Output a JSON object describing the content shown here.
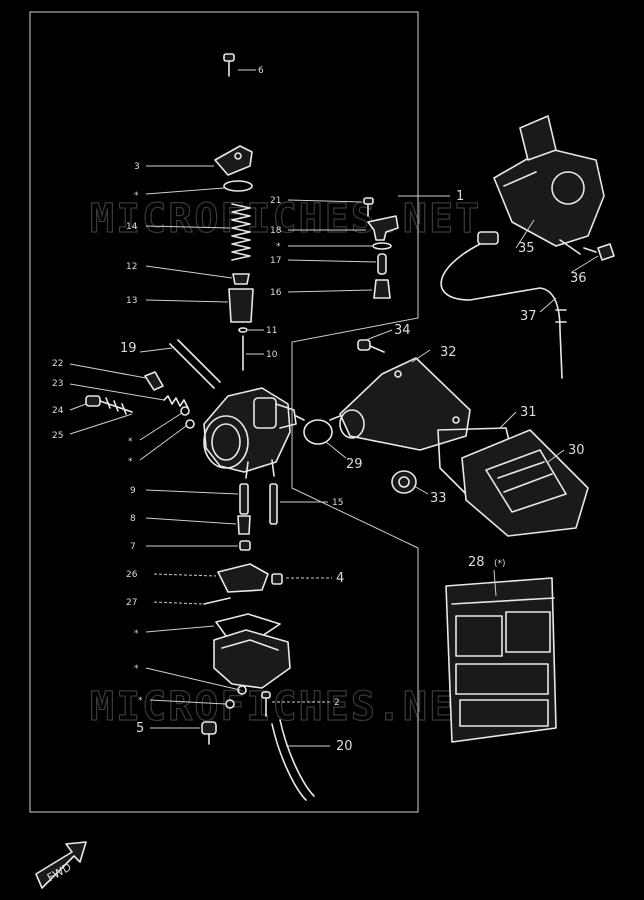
{
  "watermark": "MICROFICHES.NET",
  "fwd_label": "FWD",
  "marks": {
    "asterisk": "*",
    "asterisk_paren": "(*)"
  },
  "callouts": {
    "p1": "1",
    "p2": "2",
    "p3": "3",
    "p4": "4",
    "p5": "5",
    "p6": "6",
    "p7": "7",
    "p8": "8",
    "p9": "9",
    "p10": "10",
    "p11": "11",
    "p12": "12",
    "p13": "13",
    "p14": "14",
    "p15": "15",
    "p16": "16",
    "p17": "17",
    "p18": "18",
    "p19": "19",
    "p20": "20",
    "p21": "21",
    "p22": "22",
    "p23": "23",
    "p24": "24",
    "p25": "25",
    "p26": "26",
    "p27": "27",
    "p28": "28",
    "p29": "29",
    "p30": "30",
    "p31": "31",
    "p33": "33",
    "p32": "32",
    "p34": "34",
    "p35": "35",
    "p36": "36",
    "p37": "37"
  }
}
